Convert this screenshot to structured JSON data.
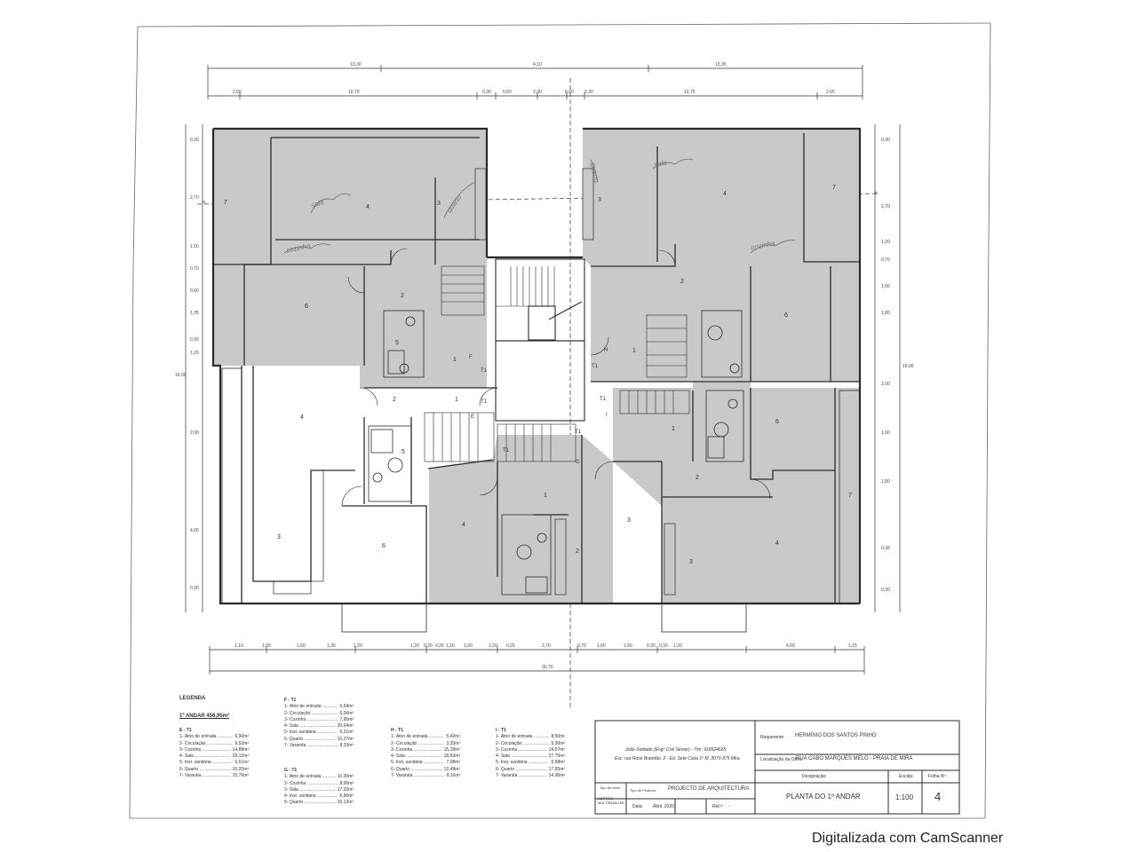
{
  "dimensions": {
    "top_total": [
      "13,30",
      "4,10",
      "13,35"
    ],
    "top_segments": [
      "2,50",
      "10,70",
      "0,30",
      "0,60",
      "2,30",
      "0,60",
      "0,30",
      "10,75",
      "2,65"
    ],
    "bottom_segments": [
      "1,10",
      "1,65",
      "1,60",
      "1,35",
      "1,20",
      "1,20",
      "0,20",
      "0,20",
      "1,20",
      "1,60",
      "1,20",
      "0,25",
      "2,70",
      "0,75",
      "1,60",
      "1,60",
      "0,30",
      "0,30",
      "1,20",
      "4,50",
      "1,15"
    ],
    "bottom_total": "30,70",
    "left_segments": [
      "0,30",
      "2,70",
      "1,50",
      "0,70",
      "0,60",
      "1,35",
      "0,30",
      "1,20",
      "2,00",
      "4,00",
      "0,30"
    ],
    "left_total": "16,00",
    "right_segments": [
      "0,30",
      "2,70",
      "1,20",
      "0,70",
      "1,50",
      "1,80",
      "2,00",
      "1,60",
      "1,80",
      "0,38",
      "0,30"
    ],
    "right_total": "16,00",
    "cut_labels": [
      "a",
      "b"
    ]
  },
  "rooms": [
    {
      "id": "E4",
      "label": "4"
    },
    {
      "id": "E3",
      "label": "3"
    },
    {
      "id": "E6",
      "label": "6"
    },
    {
      "id": "E2",
      "label": "2"
    },
    {
      "id": "E1",
      "label": "1"
    },
    {
      "id": "E5",
      "label": "5"
    },
    {
      "id": "F4",
      "label": "4"
    },
    {
      "id": "F3",
      "label": "3"
    },
    {
      "id": "F6",
      "label": "6"
    },
    {
      "id": "F7",
      "label": "7"
    },
    {
      "id": "F2",
      "label": "2"
    },
    {
      "id": "F1",
      "label": "1"
    },
    {
      "id": "F5",
      "label": "5"
    },
    {
      "id": "G4",
      "label": "4"
    },
    {
      "id": "G3",
      "label": "3"
    },
    {
      "id": "G2",
      "label": "2"
    },
    {
      "id": "G1",
      "label": "1"
    },
    {
      "id": "H4",
      "label": "4"
    },
    {
      "id": "H3",
      "label": "3"
    },
    {
      "id": "H6",
      "label": "6"
    },
    {
      "id": "H7",
      "label": "7"
    },
    {
      "id": "H2",
      "label": "2"
    },
    {
      "id": "H1",
      "label": "1"
    },
    {
      "id": "I4",
      "label": "4"
    },
    {
      "id": "I3",
      "label": "3"
    },
    {
      "id": "I6",
      "label": "6"
    },
    {
      "id": "I7",
      "label": "7"
    },
    {
      "id": "I2",
      "label": "2"
    },
    {
      "id": "I1",
      "label": "1"
    }
  ],
  "unit_markers": [
    "E",
    "F",
    "G",
    "H",
    "I"
  ],
  "type_tags": [
    "T1",
    "T1",
    "T1",
    "T1",
    "T1",
    "T1"
  ],
  "handwritten": [
    "sala",
    "quarto",
    "cozinha",
    "sala",
    "quarto",
    "cozinha"
  ],
  "legend": {
    "title": "LEGENDA",
    "subtitle": "1º ANDAR 456,95m²",
    "blocks": [
      {
        "title": "E - T1",
        "items": [
          {
            "name": "1- Átrio de entrada",
            "value": "6,90m²"
          },
          {
            "name": "2- Circulação",
            "value": "9,52m²"
          },
          {
            "name": "3- Cozinha",
            "value": "14,88m²"
          },
          {
            "name": "4- Sala",
            "value": "28,12m²"
          },
          {
            "name": "5- Inst. sanitária",
            "value": "6,61m²"
          },
          {
            "name": "6- Quarto",
            "value": "16,20m²"
          },
          {
            "name": "7- Varanda",
            "value": "15,76m²"
          }
        ]
      },
      {
        "title": "F - T1",
        "items": [
          {
            "name": "1- Átrio de entrada",
            "value": "6,54m²"
          },
          {
            "name": "2- Circulação",
            "value": "6,06m²"
          },
          {
            "name": "3- Cozinha",
            "value": "7,95m²"
          },
          {
            "name": "4- Sala",
            "value": "20,64m²"
          },
          {
            "name": "5- Inst. sanitária",
            "value": "6,21m²"
          },
          {
            "name": "6- Quarto",
            "value": "10,27m²"
          },
          {
            "name": "7- Varanda",
            "value": "8,33m²"
          }
        ]
      },
      {
        "title": "G - T1",
        "items": [
          {
            "name": "1- Átrio de entrada",
            "value": "10,00m²"
          },
          {
            "name": "2- Cozinha",
            "value": "8,00m²"
          },
          {
            "name": "3- Sala",
            "value": "17,02m²"
          },
          {
            "name": "4- Inst. sanitária",
            "value": "6,90m²"
          },
          {
            "name": "5- Quarto",
            "value": "15,12m²"
          }
        ]
      },
      {
        "title": "H - T1",
        "items": [
          {
            "name": "1- Átrio de entrada",
            "value": "5,42m²"
          },
          {
            "name": "2- Circulação",
            "value": "3,33m²"
          },
          {
            "name": "3- Cozinha",
            "value": "15,18m²"
          },
          {
            "name": "4- Sala",
            "value": "18,53m²"
          },
          {
            "name": "5- Inst. sanitária",
            "value": "7,08m²"
          },
          {
            "name": "6- Quarto",
            "value": "12,49m²"
          },
          {
            "name": "7- Varanda",
            "value": "9,16m²"
          }
        ]
      },
      {
        "title": "I - T1",
        "items": [
          {
            "name": "1- Átrio de entrada",
            "value": "8,50m²"
          },
          {
            "name": "2- Circulação",
            "value": "5,30m²"
          },
          {
            "name": "3- Cozinha",
            "value": "14,57m²"
          },
          {
            "name": "4- Sala",
            "value": "27,70m²"
          },
          {
            "name": "5- Inst. sanitária",
            "value": "6,58m²"
          },
          {
            "name": "6- Quarto",
            "value": "17,65m²"
          },
          {
            "name": "7- Varanda",
            "value": "14,96m²"
          }
        ]
      }
    ]
  },
  "title_block": {
    "author": "João Soldado (Engº Civil Sénior) - Tlm: 918524665",
    "address": "Esc: rua Rosé Brandão, 2 - Ed. Sete Casa 1º M, 3070-375 Mira",
    "client_label": "Requerente:",
    "client": "HERMÍNIO DOS SANTOS PINHO",
    "location_label": "Localização da Obra:",
    "location": "RUA CABO MARQUES MELO - PRAIA DE MIRA",
    "designation_label": "Designação:",
    "work_type_label": "Tipo de obra:",
    "work_type": "EDIFÍCIO MULTIFAMILIAR",
    "project_type_label": "Tipo de Projecto:",
    "project_type": "PROJECTO DE ARQUITECTURA",
    "drawing": "PLANTA DO 1º ANDAR",
    "scale_label": "Escala:",
    "scale": "1:100",
    "sheet_label": "Folha Nº:",
    "sheet": "4",
    "date_label": "Data:",
    "date": "Abril, 2020",
    "ref_label": "Ref.ª:",
    "ref": "-"
  },
  "watermark": "Digitalizada com CamScanner",
  "colors": {
    "shade": "#c9c9c9",
    "line": "#2b2b2b",
    "paper": "#ffffff"
  }
}
